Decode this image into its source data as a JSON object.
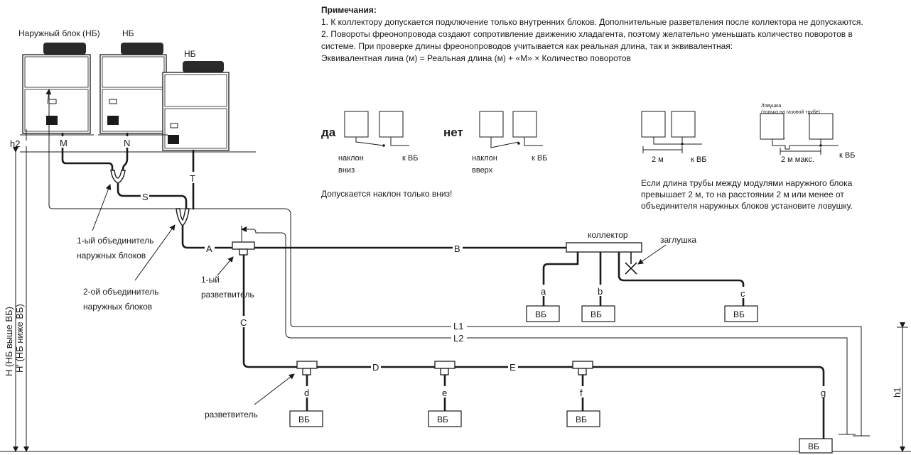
{
  "notes": {
    "title": "Примечания:",
    "line1": "1. К коллектору допускается подключение только внутренних блоков. Дополнительные разветвления после коллектора не допускаются.",
    "line2": "2. Повороты фреонопровода создают сопротивление движению хладагента, поэтому желательно уменьшать количество поворотов в системе. При проверке длины фреонопроводов учитывается как реальная длина, так и эквивалентная:",
    "line3": "Эквивалентная лина (м) = Реальная длина (м) + «М» × Количество поворотов"
  },
  "outdoor": {
    "main_label": "Наружный блок (НБ)",
    "second_label": "НБ",
    "third_label": "НБ"
  },
  "pipe_labels": {
    "M": "M",
    "N": "N",
    "T": "T",
    "S": "S",
    "A": "A",
    "B": "B",
    "C": "C",
    "D": "D",
    "E": "E",
    "a": "a",
    "b": "b",
    "c": "c",
    "d": "d",
    "e": "e",
    "f": "f",
    "g": "g",
    "L1": "L1",
    "L2": "L2"
  },
  "heights": {
    "h2": "h2",
    "h1": "h1",
    "H": "H (НБ выше ВБ)",
    "H_prime": "H' (НБ ниже ВБ)"
  },
  "callouts": {
    "joiner1": [
      "1-ый объединитель",
      "наружных блоков"
    ],
    "joiner2": [
      "2-ой объединитель",
      "наружных блоков"
    ],
    "branch1": [
      "1-ый",
      "разветвитель"
    ],
    "branch": "разветвитель",
    "collector": "коллектор",
    "plug": "заглушка"
  },
  "indoor_unit": "ВБ",
  "slope": {
    "yes": "да",
    "no": "нет",
    "down": [
      "наклон",
      "вниз"
    ],
    "up": [
      "наклон",
      "вверх"
    ],
    "to_vb": "к ВБ",
    "only_down": "Допускается наклон только вниз!"
  },
  "trap": {
    "title": [
      "Ловушка",
      "(только на газовой трубе)"
    ],
    "two_m": "2 м",
    "two_m_max": "2 м макс.",
    "to_vb": "к ВБ",
    "condition": "Если длина трубы между модулями наружного блока превышает 2 м, то на расстоянии 2 м или менее от объединителя наружных блоков установите ловушку."
  }
}
